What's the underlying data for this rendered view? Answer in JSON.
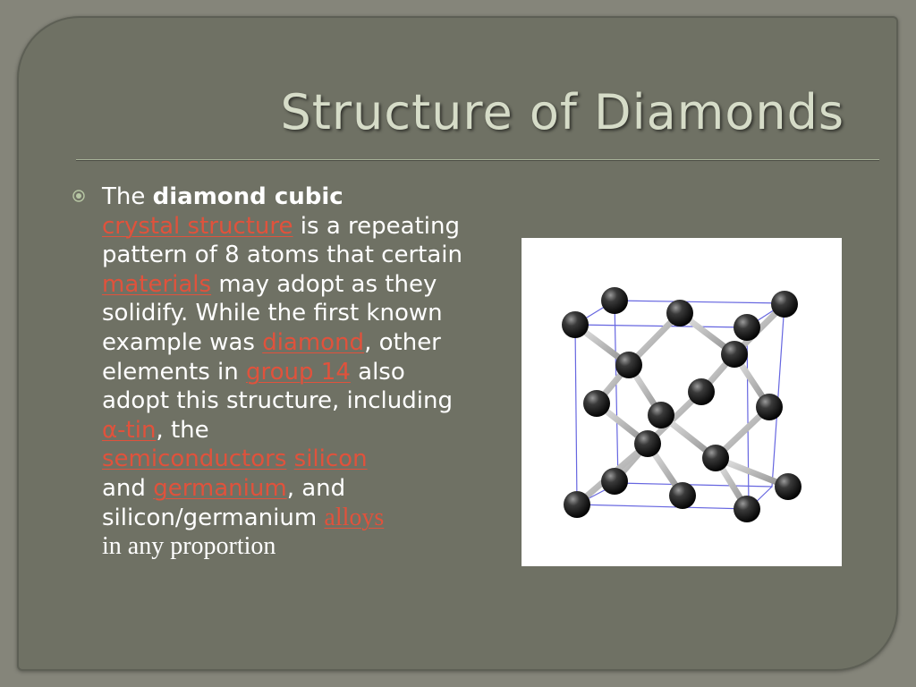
{
  "slide": {
    "title": "Structure of Diamonds",
    "bullet_icon": "target-bullet-icon",
    "paragraph": {
      "t1": "The ",
      "b1": "diamond cubic",
      "l1": "crystal structure",
      "t2": " is a repeating pattern of 8 atoms that certain ",
      "l2": "materials",
      "t3": " may adopt as they solidify. While the first known example was ",
      "l3": "diamond",
      "t4": ", other elements in ",
      "l4": "group 14",
      "t5": " also adopt this structure, including ",
      "l5": "α-tin",
      "t6": ", the ",
      "l6": "semiconductors",
      "t7": " ",
      "l7": "silicon",
      "t8": " and ",
      "l8": "germanium",
      "t9": ", and silicon/germanium ",
      "l9": "alloys",
      "t10": "in any proportion"
    },
    "figure": {
      "icon": "diamond-cubic-lattice-image"
    }
  },
  "colors": {
    "background": "#6f7164",
    "title": "#d6dcc8",
    "body_text": "#ffffff",
    "link": "#e0523c",
    "rule": "#a9b49a"
  }
}
